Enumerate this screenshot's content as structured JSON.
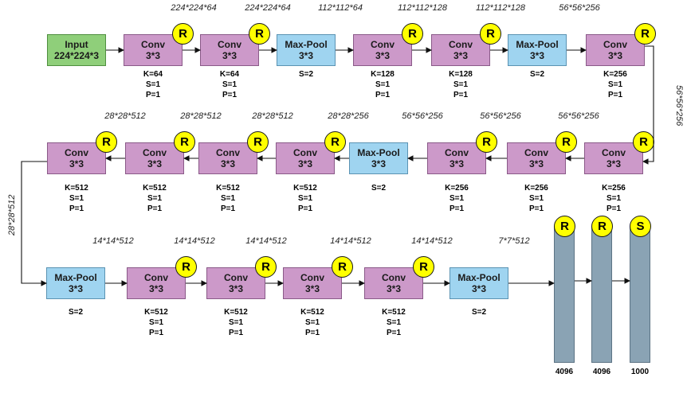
{
  "rows": [
    {
      "blocks": [
        {
          "type": "input",
          "title": "Input",
          "sub": "224*224*3"
        },
        {
          "type": "conv",
          "title": "Conv",
          "sub": "3*3",
          "badge": "R",
          "params": [
            "K=64",
            "S=1",
            "P=1"
          ]
        },
        {
          "type": "conv",
          "title": "Conv",
          "sub": "3*3",
          "badge": "R",
          "params": [
            "K=64",
            "S=1",
            "P=1"
          ]
        },
        {
          "type": "pool",
          "title": "Max-Pool",
          "sub": "3*3",
          "params": [
            "S=2"
          ]
        },
        {
          "type": "conv",
          "title": "Conv",
          "sub": "3*3",
          "badge": "R",
          "params": [
            "K=128",
            "S=1",
            "P=1"
          ]
        },
        {
          "type": "conv",
          "title": "Conv",
          "sub": "3*3",
          "badge": "R",
          "params": [
            "K=128",
            "S=1",
            "P=1"
          ]
        },
        {
          "type": "pool",
          "title": "Max-Pool",
          "sub": "3*3",
          "params": [
            "S=2"
          ]
        },
        {
          "type": "conv",
          "title": "Conv",
          "sub": "3*3",
          "badge": "R",
          "params": [
            "K=256",
            "S=1",
            "P=1"
          ]
        }
      ],
      "dims": [
        "224*224*64",
        "224*224*64",
        "112*112*64",
        "112*112*128",
        "112*112*128",
        "56*56*256"
      ]
    },
    {
      "blocks": [
        {
          "type": "conv",
          "title": "Conv",
          "sub": "3*3",
          "badge": "R",
          "params": [
            "K=256",
            "S=1",
            "P=1"
          ]
        },
        {
          "type": "conv",
          "title": "Conv",
          "sub": "3*3",
          "badge": "R",
          "params": [
            "K=256",
            "S=1",
            "P=1"
          ]
        },
        {
          "type": "conv",
          "title": "Conv",
          "sub": "3*3",
          "badge": "R",
          "params": [
            "K=256",
            "S=1",
            "P=1"
          ]
        },
        {
          "type": "pool",
          "title": "Max-Pool",
          "sub": "3*3",
          "params": [
            "S=2"
          ]
        },
        {
          "type": "conv",
          "title": "Conv",
          "sub": "3*3",
          "badge": "R",
          "params": [
            "K=512",
            "S=1",
            "P=1"
          ]
        },
        {
          "type": "conv",
          "title": "Conv",
          "sub": "3*3",
          "badge": "R",
          "params": [
            "K=512",
            "S=1",
            "P=1"
          ]
        },
        {
          "type": "conv",
          "title": "Conv",
          "sub": "3*3",
          "badge": "R",
          "params": [
            "K=512",
            "S=1",
            "P=1"
          ]
        },
        {
          "type": "conv",
          "title": "Conv",
          "sub": "3*3",
          "badge": "R",
          "params": [
            "K=512",
            "S=1",
            "P=1"
          ]
        }
      ],
      "dims": [
        "56*56*256",
        "56*56*256",
        "56*56*256",
        "28*28*256",
        "28*28*512",
        "28*28*512",
        "28*28*512"
      ]
    },
    {
      "blocks": [
        {
          "type": "pool",
          "title": "Max-Pool",
          "sub": "3*3",
          "params": [
            "S=2"
          ]
        },
        {
          "type": "conv",
          "title": "Conv",
          "sub": "3*3",
          "badge": "R",
          "params": [
            "K=512",
            "S=1",
            "P=1"
          ]
        },
        {
          "type": "conv",
          "title": "Conv",
          "sub": "3*3",
          "badge": "R",
          "params": [
            "K=512",
            "S=1",
            "P=1"
          ]
        },
        {
          "type": "conv",
          "title": "Conv",
          "sub": "3*3",
          "badge": "R",
          "params": [
            "K=512",
            "S=1",
            "P=1"
          ]
        },
        {
          "type": "conv",
          "title": "Conv",
          "sub": "3*3",
          "badge": "R",
          "params": [
            "K=512",
            "S=1",
            "P=1"
          ]
        },
        {
          "type": "pool",
          "title": "Max-Pool",
          "sub": "3*3",
          "params": [
            "S=2"
          ]
        }
      ],
      "dims": [
        "14*14*512",
        "14*14*512",
        "14*14*512",
        "14*14*512",
        "14*14*512",
        "7*7*512"
      ]
    }
  ],
  "turn_dims": [
    "56*56*256",
    "28*28*512"
  ],
  "fc_layers": [
    {
      "badge": "R",
      "label": "4096"
    },
    {
      "badge": "R",
      "label": "4096"
    },
    {
      "badge": "S",
      "label": "1000"
    }
  ],
  "colors": {
    "conv": "#cc99c9",
    "pool": "#9fd4f0",
    "input": "#8fcf7a",
    "fc": "#8aa3b4",
    "badge": "#ffff00"
  }
}
